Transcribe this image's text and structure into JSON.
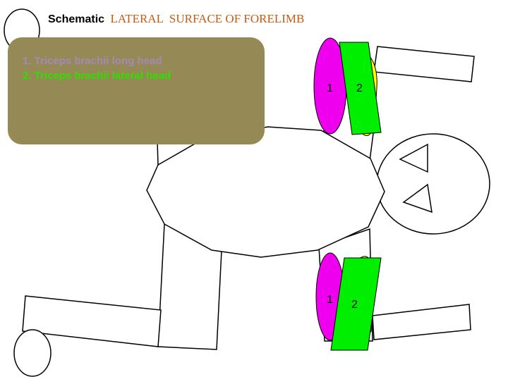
{
  "title": {
    "lead": "Schematic",
    "main": "LATERAL  SURFACE OF FORELIMB",
    "main_color": "#c55a11"
  },
  "legend": {
    "background": "#958a55",
    "items": [
      {
        "number": "1",
        "text": "1. Triceps brachii long head",
        "color": "#a08ab8"
      },
      {
        "number": "2",
        "text": "2. Triceps brachii lateral head",
        "color": "#33dd00"
      }
    ]
  },
  "muscles": {
    "long_head": {
      "label": "1",
      "color": "#ee00ee"
    },
    "lateral_head": {
      "label": "2",
      "color": "#00ee00"
    },
    "underlying": {
      "color": "#ffff00"
    }
  }
}
